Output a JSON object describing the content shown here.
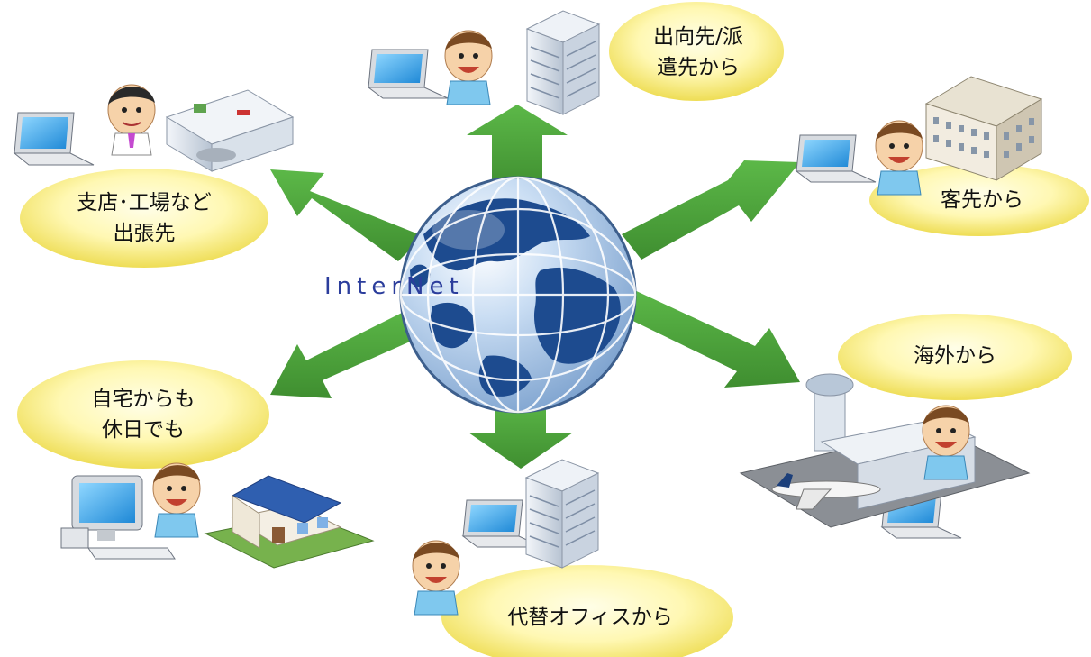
{
  "center": {
    "label": "InterNet"
  },
  "locations": [
    {
      "id": "branch",
      "label": "支店･工場など\n出張先"
    },
    {
      "id": "secondment",
      "label": "出向先/派\n遣先から"
    },
    {
      "id": "client",
      "label": "客先から"
    },
    {
      "id": "overseas",
      "label": "海外から"
    },
    {
      "id": "home",
      "label": "自宅からも\n休日でも"
    },
    {
      "id": "office",
      "label": "代替オフィスから"
    }
  ],
  "colors": {
    "arrow": "#4f9e3c",
    "bubble_inner": "#fffcc2",
    "bubble_outer": "#f2e565",
    "globe_dark": "#1d4b8f",
    "globe_light": "#b9d2ef"
  }
}
